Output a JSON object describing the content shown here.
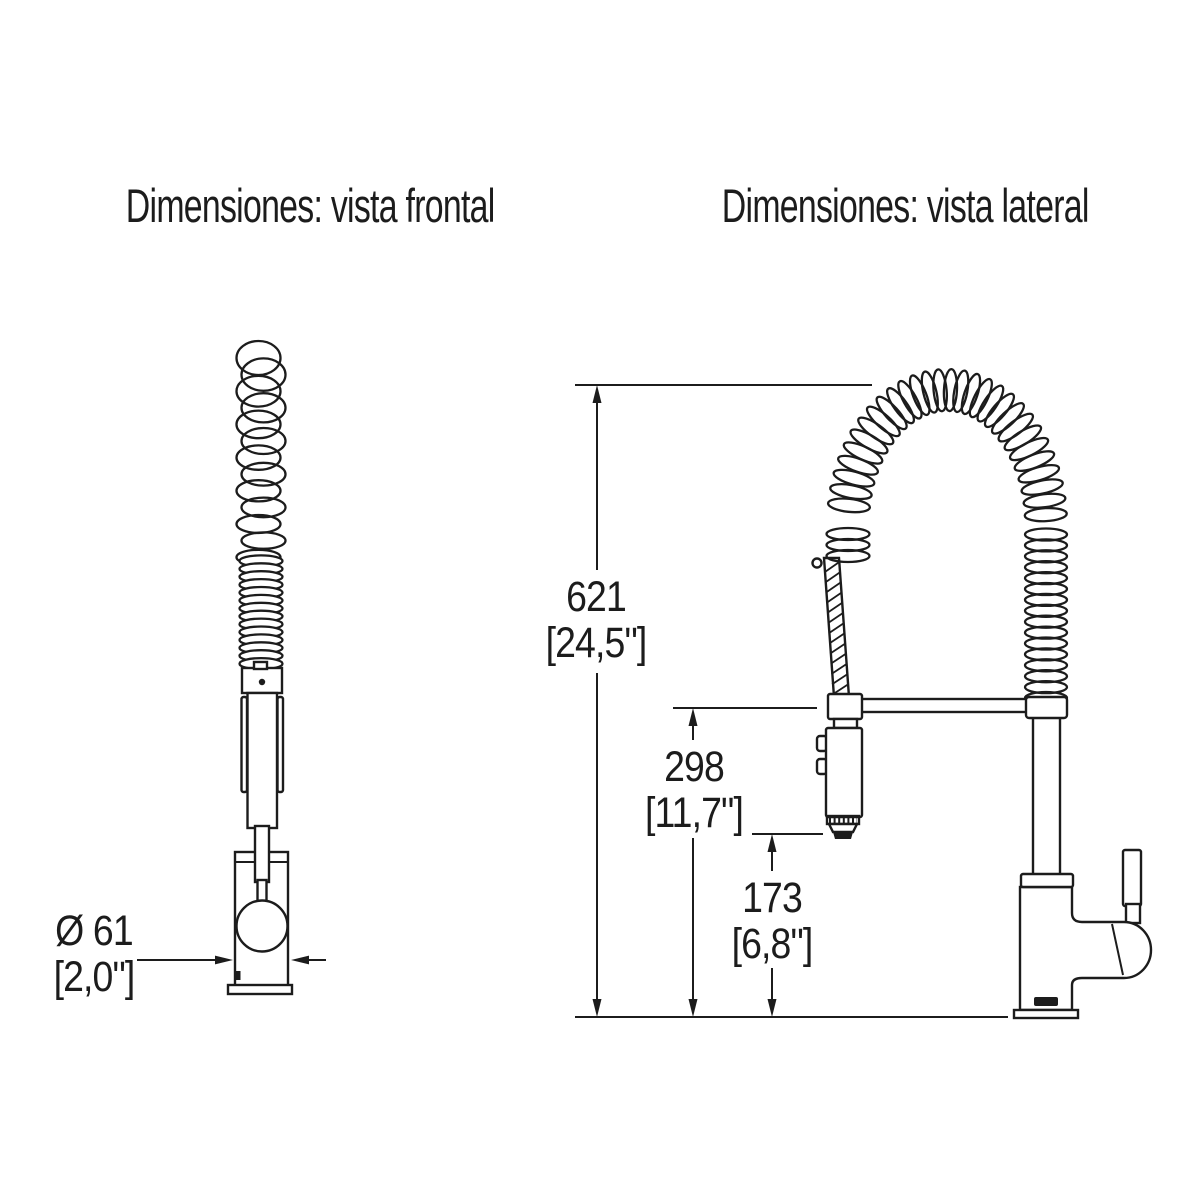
{
  "titles": {
    "front": "Dimensiones: vista frontal",
    "side": "Dimensiones: vista lateral"
  },
  "dimensions": {
    "front_diameter": {
      "metric": "Ø 61",
      "imperial": "[2,0\"]"
    },
    "side_total_height": {
      "metric": "621",
      "imperial": "[24,5\"]"
    },
    "side_spout_height": {
      "metric": "298",
      "imperial": "[11,7\"]"
    },
    "side_clearance_height": {
      "metric": "173",
      "imperial": "[6,8\"]"
    }
  },
  "colors": {
    "line": "#1c1c1c",
    "background": "#ffffff"
  }
}
